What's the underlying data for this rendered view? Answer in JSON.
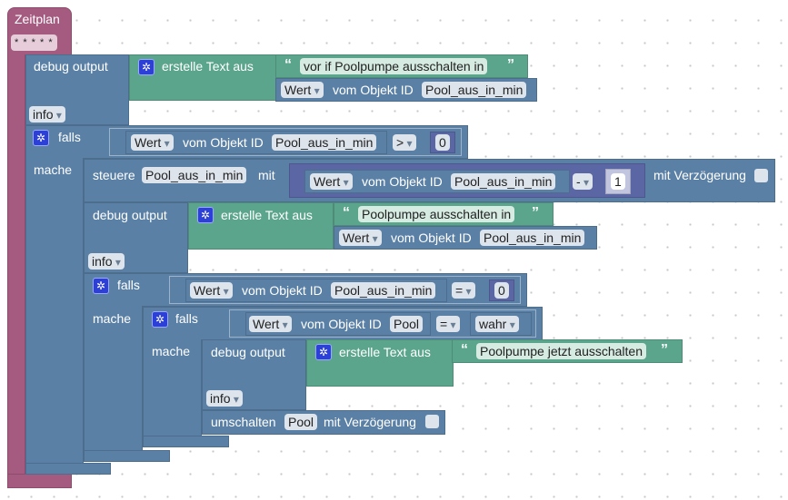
{
  "schedule": {
    "label": "Zeitplan",
    "cron": "* * * * *"
  },
  "debug1": {
    "label": "debug output",
    "text_label": "erstelle Text aus",
    "string": "vor if Poolpumpe ausschalten in",
    "value": {
      "attr": "Wert",
      "of": "vom Objekt ID",
      "id": "Pool_aus_in_min"
    },
    "level": "info"
  },
  "if1": {
    "label": "falls",
    "do": "mache",
    "cond": {
      "attr": "Wert",
      "of": "vom Objekt ID",
      "id": "Pool_aus_in_min",
      "op": ">",
      "num": "0"
    }
  },
  "control": {
    "label": "steuere",
    "id": "Pool_aus_in_min",
    "with": "mit",
    "attr": "Wert",
    "of": "vom Objekt ID",
    "id2": "Pool_aus_in_min",
    "op": "-",
    "num": "1",
    "delay": "mit Verzögerung"
  },
  "debug2": {
    "label": "debug output",
    "text_label": "erstelle Text aus",
    "string": "Poolpumpe ausschalten in",
    "value": {
      "attr": "Wert",
      "of": "vom Objekt ID",
      "id": "Pool_aus_in_min"
    },
    "level": "info"
  },
  "if2": {
    "label": "falls",
    "do": "mache",
    "cond": {
      "attr": "Wert",
      "of": "vom Objekt ID",
      "id": "Pool_aus_in_min",
      "op": "=",
      "num": "0"
    }
  },
  "if3": {
    "label": "falls",
    "do": "mache",
    "cond": {
      "attr": "Wert",
      "of": "vom Objekt ID",
      "id": "Pool",
      "op": "=",
      "val": "wahr"
    }
  },
  "debug3": {
    "label": "debug output",
    "text_label": "erstelle Text aus",
    "string": "Poolpumpe jetzt ausschalten",
    "level": "info"
  },
  "toggle": {
    "label": "umschalten",
    "id": "Pool",
    "delay": "mit Verzögerung"
  },
  "quote_open": "“",
  "quote_close": "”"
}
